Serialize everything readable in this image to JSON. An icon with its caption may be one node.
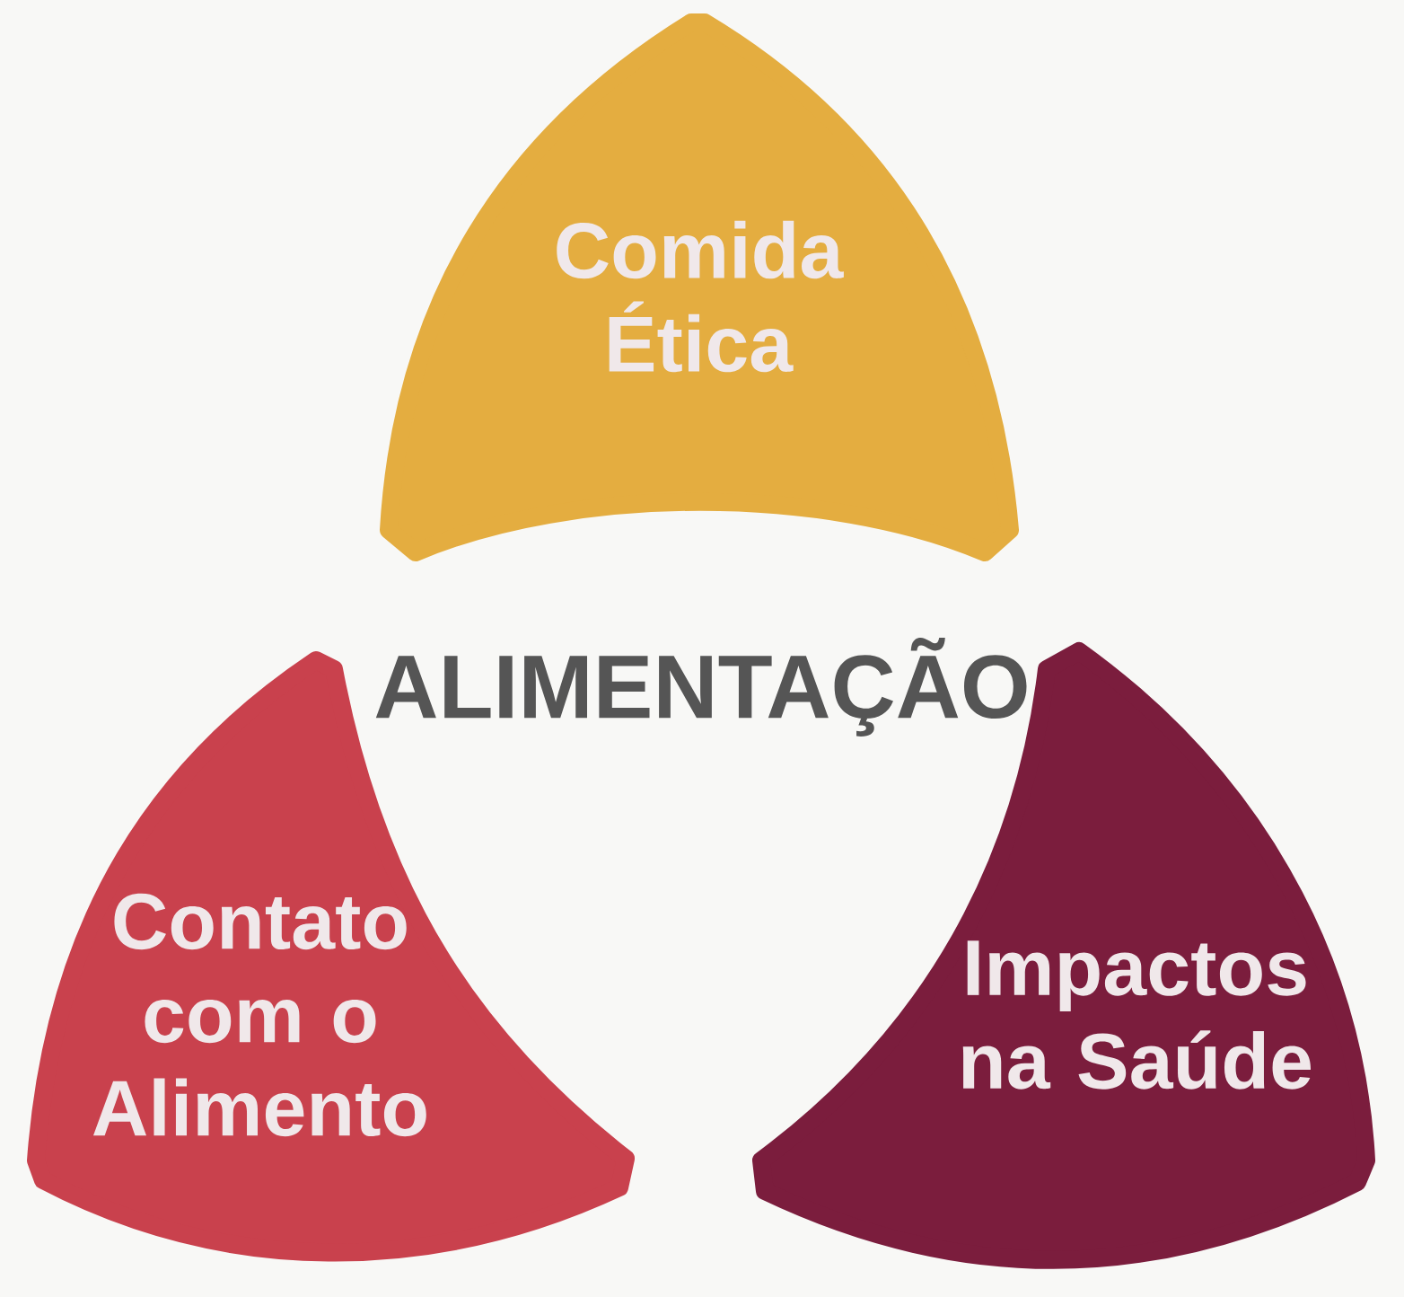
{
  "diagram": {
    "title": "ALIMENTAÇÃO",
    "nodes": [
      {
        "text": [
          "Comida Ética"
        ]
      },
      {
        "text": [
          "Contato com o Alimento"
        ]
      },
      {
        "text": [
          "Impactos na Saúde"
        ]
      }
    ]
  }
}
